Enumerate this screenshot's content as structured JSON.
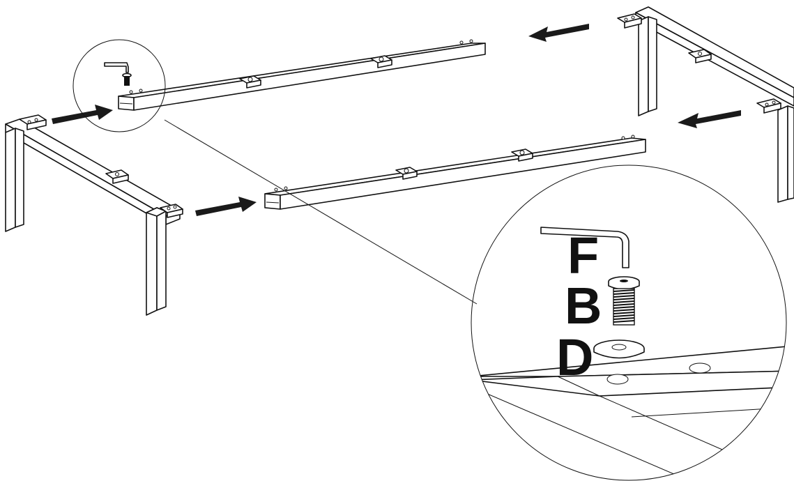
{
  "parts": {
    "hex_key_label": "F",
    "bolt_label": "B",
    "washer_label": "D"
  },
  "icons": {
    "hex_key": "hex-key-icon",
    "bolt": "bolt-icon",
    "washer": "washer-icon",
    "arrow": "arrow-icon"
  },
  "colors": {
    "line": "#111111",
    "arrow": "#1a1a1a",
    "background": "#ffffff"
  }
}
